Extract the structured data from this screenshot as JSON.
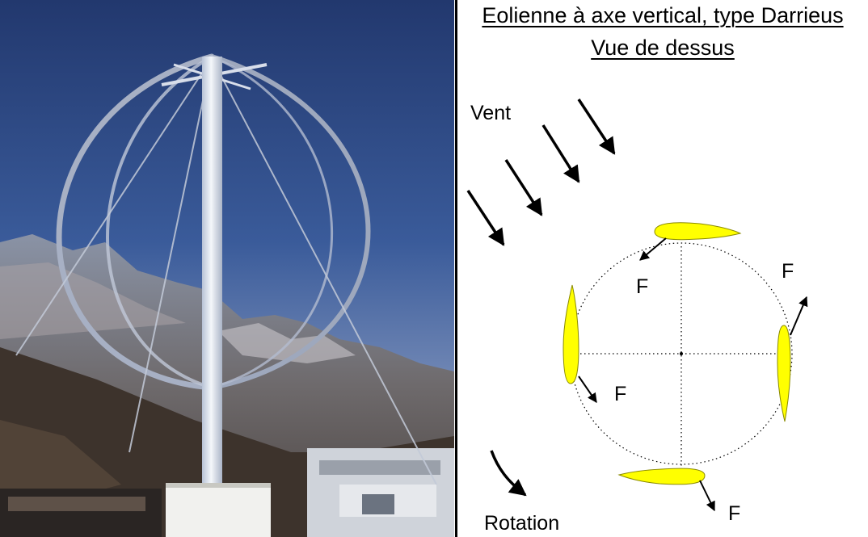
{
  "diagram": {
    "title_line1": "Eolienne à axe vertical, type Darrieus",
    "title_line2": "Vue de dessus",
    "wind_label": "Vent",
    "rotation_label": "Rotation",
    "force_labels": [
      "F",
      "F",
      "F",
      "F"
    ]
  },
  "photo": {
    "subject": "darrieus-wind-turbine-photo"
  },
  "colors": {
    "blade_fill": "#ffff00",
    "sky": "#2f4a86",
    "mast": "#e8eef6"
  }
}
